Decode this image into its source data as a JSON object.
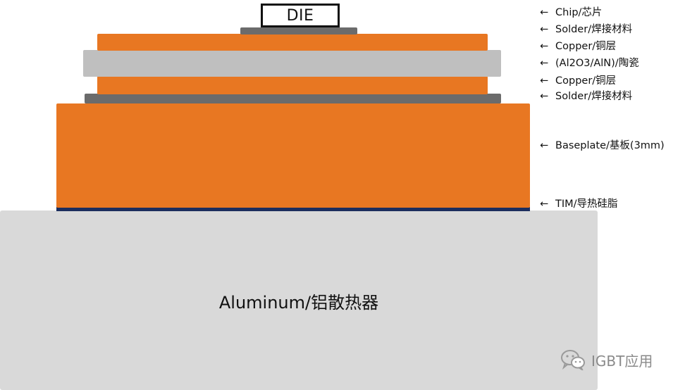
{
  "die": {
    "text": "DIE"
  },
  "heatsink": {
    "text": "Aluminum/铝散热器"
  },
  "labels": [
    {
      "arrow": "←",
      "text": "Chip/芯片"
    },
    {
      "arrow": "←",
      "text": "Solder/焊接材料"
    },
    {
      "arrow": "←",
      "text": "Copper/铜层"
    },
    {
      "arrow": "←",
      "text": "(Al2O3/AlN)/陶瓷"
    },
    {
      "arrow": "←",
      "text": "Copper/铜层"
    },
    {
      "arrow": "←",
      "text": "Solder/焊接材料"
    },
    {
      "arrow": "←",
      "text": "Baseplate/基板(3mm)"
    },
    {
      "arrow": "←",
      "text": "TIM/导热硅脂"
    }
  ],
  "watermark": {
    "icon": "wechat-icon",
    "text": "IGBT应用"
  },
  "colors": {
    "copper": "#e87722",
    "solder": "#6b6b6b",
    "ceramic": "#bfbfbf",
    "tim": "#1c2d5e",
    "heatsink": "#d9d9d9"
  }
}
